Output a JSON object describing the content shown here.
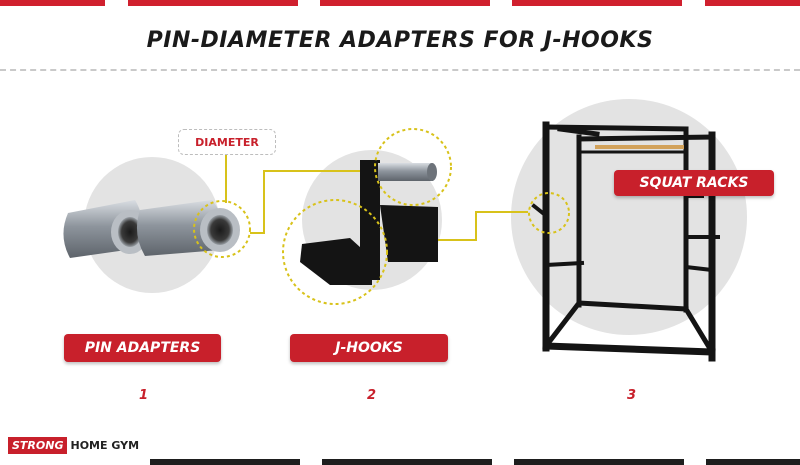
{
  "title": "PIN-DIAMETER ADAPTERS FOR J-HOOKS",
  "diameter_label": "DIAMETER",
  "items": [
    {
      "label": "PIN ADAPTERS",
      "number": "1"
    },
    {
      "label": "J-HOOKS",
      "number": "2"
    },
    {
      "label": "SQUAT RACKS",
      "number": "3"
    }
  ],
  "brand": {
    "strong": "STRONG",
    "rest": "HOME GYM"
  },
  "colors": {
    "accent": "#c8202b",
    "connector": "#d8c21a",
    "circle_bg": "#e3e3e3"
  }
}
